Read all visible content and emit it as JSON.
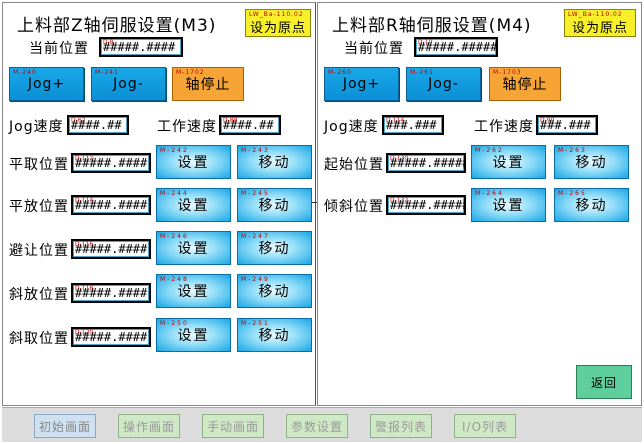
{
  "left": {
    "title": "上料部Z轴伺服设置(M3)",
    "origin_tag": "LW_Ba-110.02",
    "origin_label": "设为原点",
    "position_label": "当前位置",
    "position_tag": "D-8",
    "position_value": "#####.####",
    "jog_plus_tag": "M-240",
    "jog_plus_label": "Jog+",
    "jog_minus_tag": "M-241",
    "jog_minus_label": "Jog-",
    "stop_tag": "M-1702",
    "stop_label": "轴停止",
    "jog_speed_label": "Jog速度",
    "jog_speed_tag": "D-62",
    "jog_speed_value": "####.##",
    "work_speed_label": "工作速度",
    "work_speed_tag": "D-88",
    "work_speed_value": "####.##",
    "rows": [
      {
        "label": "平取位置",
        "field_tag": "D-112",
        "value": "#####.####",
        "set_tag": "M-242",
        "set_label": "设置",
        "move_tag": "M-243",
        "move_label": "移动"
      },
      {
        "label": "平放位置",
        "field_tag": "D-114",
        "value": "#####.####",
        "set_tag": "M-244",
        "set_label": "设置",
        "move_tag": "M-245",
        "move_label": "移动"
      },
      {
        "label": "避让位置",
        "field_tag": "D-116",
        "value": "#####.####",
        "set_tag": "M-246",
        "set_label": "设置",
        "move_tag": "M-247",
        "move_label": "移动"
      },
      {
        "label": "斜放位置",
        "field_tag": "D-118",
        "value": "#####.####",
        "set_tag": "M-248",
        "set_label": "设置",
        "move_tag": "M-249",
        "move_label": "移动"
      },
      {
        "label": "斜取位置",
        "field_tag": "D-120",
        "value": "#####.####",
        "set_tag": "M-250",
        "set_label": "设置",
        "move_tag": "M-251",
        "move_label": "移动"
      }
    ]
  },
  "right": {
    "title": "上料部R轴伺服设置(M4)",
    "origin_tag": "LW_Ba-110.02",
    "origin_label": "设为原点",
    "position_label": "当前位置",
    "position_tag": "D-10",
    "position_value": "#####.#####",
    "jog_plus_tag": "M-260",
    "jog_plus_label": "Jog+",
    "jog_minus_tag": "M-261",
    "jog_minus_label": "Jog-",
    "stop_tag": "M-1703",
    "stop_label": "轴停止",
    "jog_speed_label": "Jog速度",
    "jog_speed_tag": "D-114",
    "jog_speed_value": "###.###",
    "work_speed_label": "工作速度",
    "work_speed_tag": "D-90",
    "work_speed_value": "###.###",
    "rows": [
      {
        "label": "起始位置",
        "field_tag": "D-130",
        "value": "#####.#####",
        "set_tag": "M-262",
        "set_label": "设置",
        "move_tag": "M-263",
        "move_label": "移动"
      },
      {
        "label": "倾斜位置",
        "field_tag": "D-132",
        "value": "#####.#####",
        "set_tag": "M-264",
        "set_label": "设置",
        "move_tag": "M-265",
        "move_label": "移动"
      }
    ],
    "back_label": "返回"
  },
  "footer": {
    "tabs": [
      "初始画面",
      "操作画面",
      "手动画面",
      "参数设置",
      "警报列表",
      "I/O列表"
    ]
  }
}
